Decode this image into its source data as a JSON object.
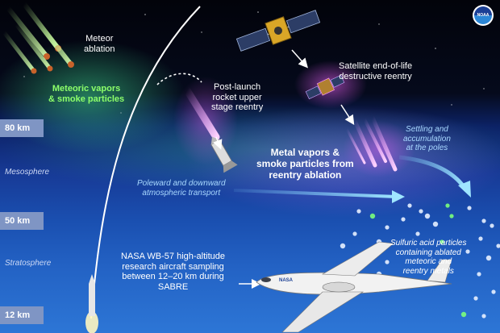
{
  "logo": {
    "text": "NOAA"
  },
  "altitudes": [
    "80 km",
    "50 km",
    "12 km"
  ],
  "layers": [
    "Mesosphere",
    "Stratosphere"
  ],
  "labels": {
    "meteor_ablation": "Meteor\nablation",
    "meteoric_vapors": "Meteoric vapors\n& smoke particles",
    "post_launch": "Post-launch\nrocket upper\nstage reentry",
    "satellite_eol": "Satellite end-of-life\ndestructive reentry",
    "settling": "Settling and\naccumulation\nat the poles",
    "metal_vapors": "Metal vapors &\nsmoke particles from\nreentry ablation",
    "poleward": "Poleward and downward\natmospheric transport",
    "nasa_aircraft": "NASA WB-57 high-altitude\nresearch aircraft sampling\nbetween 12–20 km during\nSABRE",
    "sulfuric": "Sulfuric acid particles\ncontaining ablated\nmeteoric and\nreentry metals"
  },
  "aircraft_tail": "NASA",
  "colors": {
    "glow_green": "#3cd48a",
    "glow_magenta": "#e25cf0",
    "arrow_blue": "#7fd7ff",
    "label_box": "#7f95c4"
  }
}
